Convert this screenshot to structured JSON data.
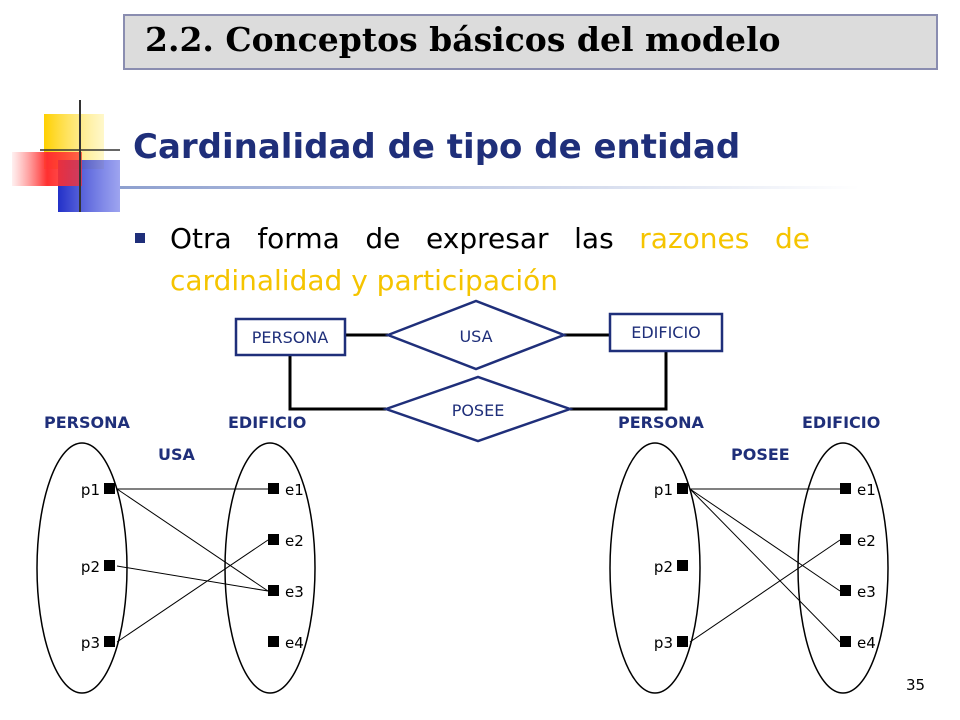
{
  "section": {
    "title": "2.2. Conceptos básicos del modelo"
  },
  "heading": "Cardinalidad de tipo de entidad",
  "bullet": {
    "before": "Otra forma de expresar las ",
    "highlight": "razones de cardinalidad y participación"
  },
  "er_diagram": {
    "entity_left": "PERSONA",
    "entity_right": "EDIFICIO",
    "relationship_top": "USA",
    "relationship_bottom": "POSEE"
  },
  "left_instance": {
    "set_left_label": "PERSONA",
    "set_right_label": "EDIFICIO",
    "relationship_label": "USA",
    "persons": [
      "p1",
      "p2",
      "p3"
    ],
    "buildings": [
      "e1",
      "e2",
      "e3",
      "e4"
    ]
  },
  "right_instance": {
    "set_left_label": "PERSONA",
    "set_right_label": "EDIFICIO",
    "relationship_label": "POSEE",
    "persons": [
      "p1",
      "p2",
      "p3"
    ],
    "buildings": [
      "e1",
      "e2",
      "e3",
      "e4"
    ]
  },
  "colors": {
    "heading": "#1f2f7a",
    "accent": "#f5c400"
  },
  "page_number": "35"
}
